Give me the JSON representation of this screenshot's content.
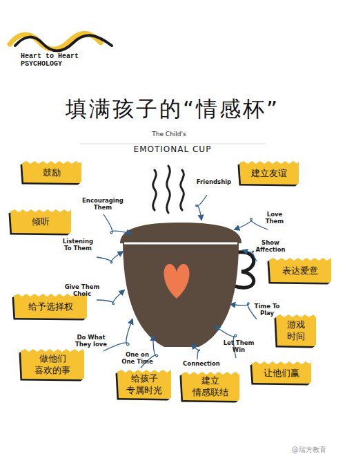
{
  "diagram": {
    "title": "填满孩子的“情感杯”",
    "nodes": [
      {
        "text": [
          "鼓励"
        ]
      },
      {
        "text": [
          "建立友谊"
        ]
      },
      {
        "text": [
          "倾听"
        ]
      },
      {
        "text": [
          "表达爱意"
        ]
      },
      {
        "text": [
          "给予选择权"
        ]
      },
      {
        "text": [
          "游戏 时间"
        ]
      },
      {
        "text": [
          "做他们 喜欢的事"
        ]
      },
      {
        "text": [
          "让他们赢"
        ]
      },
      {
        "text": [
          "给孩子 专属时光"
        ]
      },
      {
        "text": [
          "建立 情感联结"
        ]
      }
    ],
    "labels": [
      "Heart to Heart",
      "PSYCHOLOGY",
      "The Child's",
      "EMOTIONAL CUP",
      "Encouraging Them",
      "Friendship",
      "Love Them",
      "Listening To Them",
      "Show Affection",
      "Give Them Choic",
      "Time To Play",
      "Do What They love",
      "Let Them Win",
      "One on One Time",
      "Connection",
      "@瑞方教育"
    ]
  }
}
